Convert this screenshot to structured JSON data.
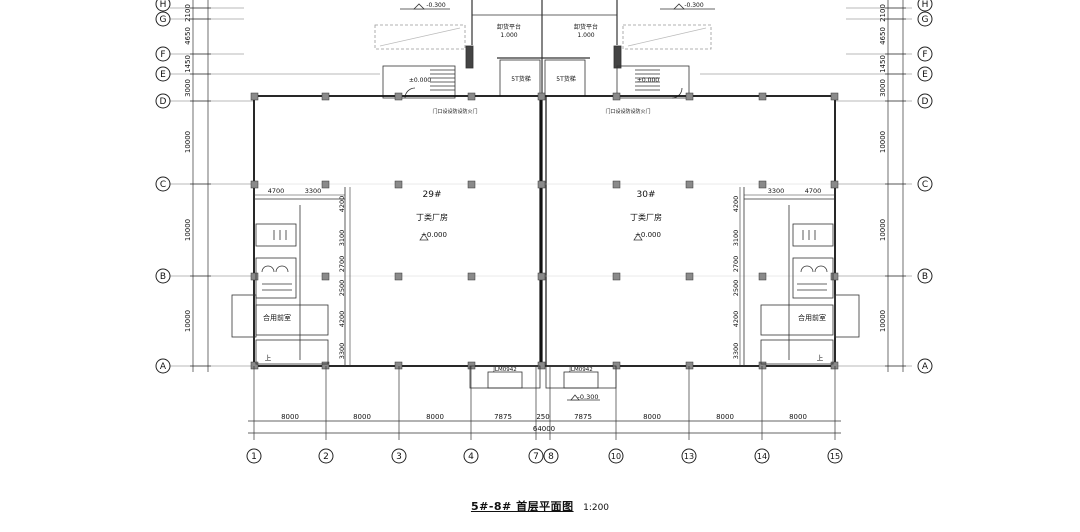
{
  "axes_h": [
    {
      "label": "H"
    },
    {
      "label": "G"
    },
    {
      "label": "F"
    },
    {
      "label": "E"
    },
    {
      "label": "D"
    },
    {
      "label": "C"
    },
    {
      "label": "B"
    },
    {
      "label": "A"
    }
  ],
  "dims_v_left": [
    {
      "text": "2100"
    },
    {
      "text": "4650"
    },
    {
      "text": "1450"
    },
    {
      "text": "3000"
    },
    {
      "text": "10000"
    },
    {
      "text": "10000"
    },
    {
      "text": "10000"
    }
  ],
  "dims_v_right": [
    {
      "text": "2100"
    },
    {
      "text": "4650"
    },
    {
      "text": "1450"
    },
    {
      "text": "3000"
    },
    {
      "text": "10000"
    },
    {
      "text": "10000"
    },
    {
      "text": "10000"
    }
  ],
  "axes_v": [
    {
      "label": "1"
    },
    {
      "label": "2"
    },
    {
      "label": "3"
    },
    {
      "label": "4"
    },
    {
      "label": "7"
    },
    {
      "label": "8"
    },
    {
      "label": "10"
    },
    {
      "label": "13"
    },
    {
      "label": "14"
    },
    {
      "label": "15"
    }
  ],
  "dims_bottom": [
    {
      "text": "8000"
    },
    {
      "text": "8000"
    },
    {
      "text": "8000"
    },
    {
      "text": "7875"
    },
    {
      "text": "250"
    },
    {
      "text": "7875"
    },
    {
      "text": "8000"
    },
    {
      "text": "8000"
    },
    {
      "text": "8000"
    }
  ],
  "dim_total": "64000",
  "unit_left": {
    "name": "29#",
    "use": "丁类厂房",
    "level": "±0.000"
  },
  "unit_right": {
    "name": "30#",
    "use": "丁类厂房",
    "level": "±0.000"
  },
  "interior_dims": {
    "left_w": [
      "4700",
      "3300"
    ],
    "right_w": [
      "3300",
      "4700"
    ],
    "left_v": [
      "4200",
      "3100",
      "2700",
      "2500",
      "4200",
      "3300"
    ],
    "right_v": [
      "4200",
      "3100",
      "2700",
      "2500",
      "4200",
      "3300"
    ]
  },
  "labels": {
    "platform": "卸货平台",
    "platform_level": "1.000",
    "freight_lift": "5T货梯",
    "stair_level": "±0.000",
    "elev_top_left": "-0.300",
    "elev_top_right": "-0.300",
    "elev_bottom": "-0.300",
    "fire_door": "门口设设防设防火门",
    "window_code": "JLM0942",
    "room_shared": "合用前室",
    "up": "上"
  },
  "caption": {
    "title": "5#-8#  首层平面图",
    "scale": "1:200"
  }
}
